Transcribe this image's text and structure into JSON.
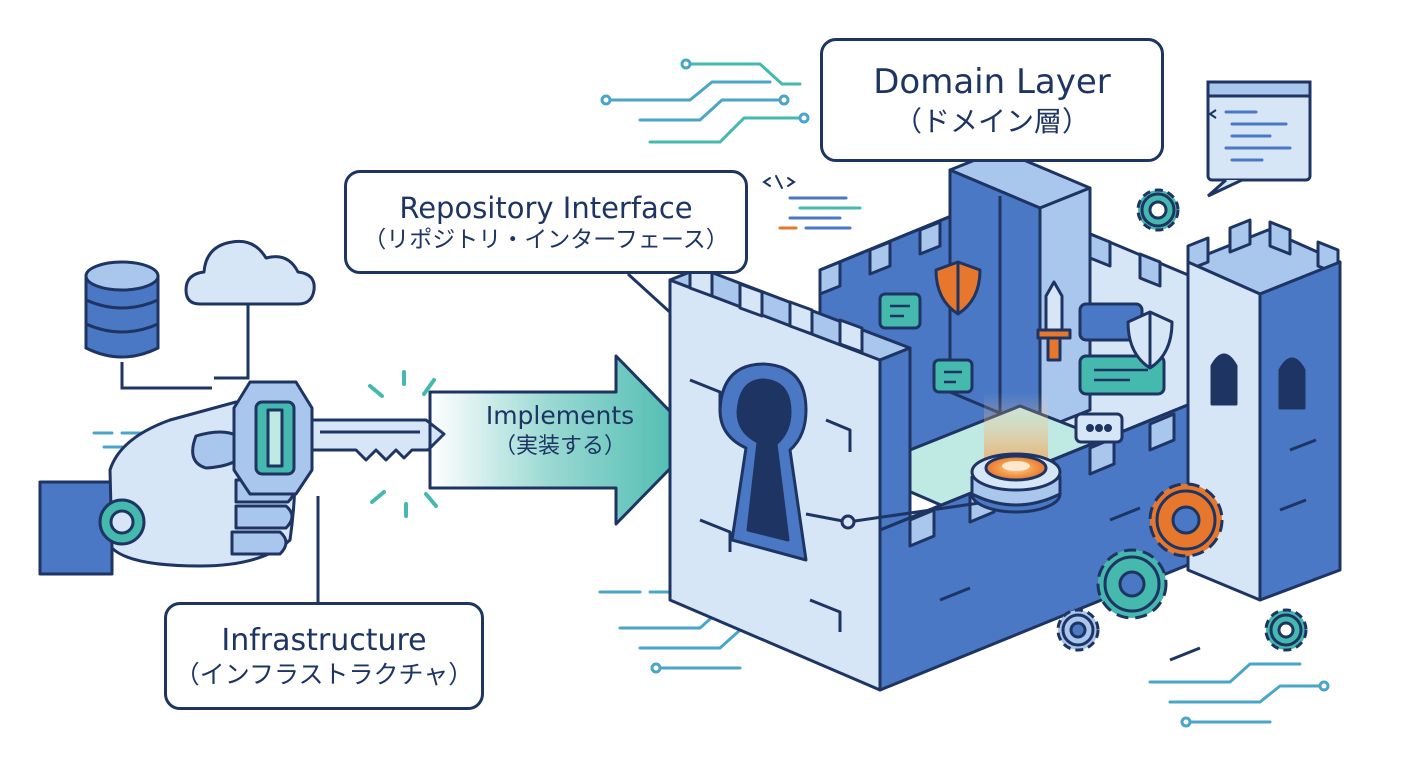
{
  "labels": {
    "domain": {
      "title": "Domain Layer",
      "subtitle": "（ドメイン層）"
    },
    "repository": {
      "title": "Repository Interface",
      "subtitle": "（リポジトリ・インターフェース）"
    },
    "infrastructure": {
      "title": "Infrastructure",
      "subtitle": "（インフラストラクチャ）"
    },
    "arrow": {
      "title": "Implements",
      "subtitle": "（実装する）"
    }
  },
  "icons": {
    "cloud": "cloud-icon",
    "database": "database-icon",
    "key": "key-icon",
    "hand": "robot-hand-icon",
    "castle": "castle-icon",
    "keyhole": "keyhole-icon",
    "gears": "gear-icon",
    "shield": "shield-icon",
    "sword": "sword-icon",
    "code_window": "code-window-icon",
    "core": "core-orb-icon"
  },
  "colors": {
    "outline": "#1e3563",
    "wall_light": "#d6e6f7",
    "wall_mid": "#a9c6ec",
    "wall_dark": "#4a78c4",
    "teal": "#45b9ad",
    "orange": "#e8772e"
  }
}
